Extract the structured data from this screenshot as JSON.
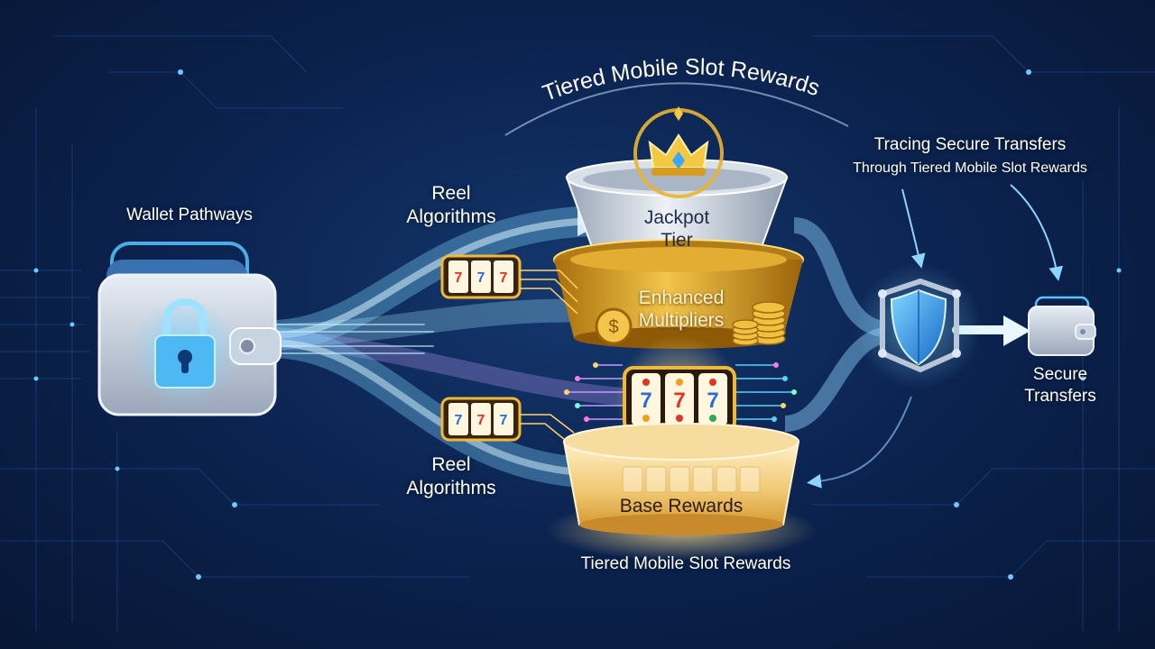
{
  "title": "Tiered Mobile Slot Rewards",
  "wallet": {
    "label": "Wallet Pathways"
  },
  "reel_top": {
    "line1": "Reel",
    "line2": "Algorithms"
  },
  "reel_bottom": {
    "line1": "Reel",
    "line2": "Algorithms"
  },
  "tiers": {
    "jackpot": {
      "line1": "Jackpot",
      "line2": "Tier"
    },
    "enhanced": {
      "line1": "Enhanced",
      "line2": "Multipliers"
    },
    "base": {
      "label": "Base Rewards"
    }
  },
  "tracing": {
    "line1": "Tracing Secure Transfers",
    "line2": "Through Tiered Mobile Slot Rewards"
  },
  "secure": {
    "line1": "Secure",
    "line2": "Transfers"
  },
  "footer": {
    "label": "Tiered Mobile Slot Rewards"
  },
  "colors": {
    "background": "#0c2452",
    "flow": "#7fd8ff",
    "gold": "#e0a824",
    "silver": "#c9d2de",
    "shield": "#2ba6f0"
  },
  "icons": [
    "padlock-icon",
    "crown-icon",
    "slot-reel-icon",
    "coin-stack-icon",
    "shield-icon",
    "wallet-icon"
  ]
}
